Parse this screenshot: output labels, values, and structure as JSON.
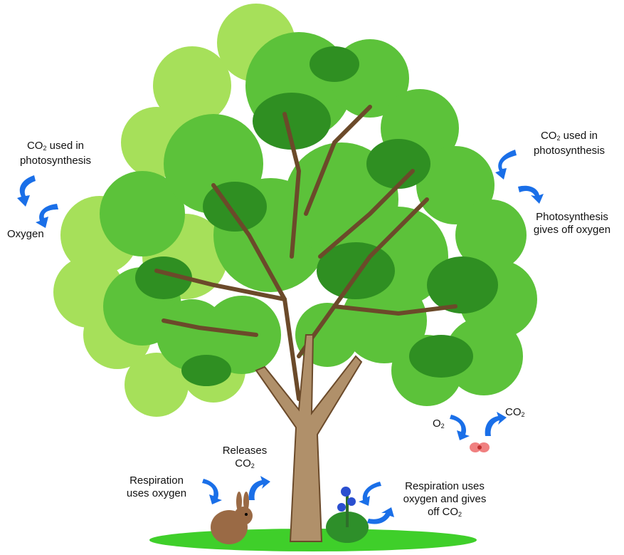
{
  "labels": {
    "left_co2": {
      "co": "CO",
      "sub": "2",
      "rest": " used in",
      "line2": "photosynthesis"
    },
    "left_oxygen": "Oxygen",
    "right_co2": {
      "co": "CO",
      "sub": "2",
      "rest": " used in",
      "line2": "photosynthesis"
    },
    "right_gives": {
      "line1": "Photosynthesis",
      "line2": "gives off oxygen"
    },
    "insect_o2": {
      "o": "O",
      "sub": "2"
    },
    "insect_co2": {
      "co": "CO",
      "sub": "2"
    },
    "rabbit_releases": {
      "line1": "Releases",
      "co": "CO",
      "sub": "2"
    },
    "rabbit_respiration": {
      "line1": "Respiration",
      "line2": "uses oxygen"
    },
    "plant_respiration": {
      "line1": "Respiration uses",
      "line2": "oxygen and gives",
      "line3": "off CO",
      "sub": "2"
    }
  },
  "colors": {
    "arrow": "#1a6fe8",
    "leaf_light": "#a6e05a",
    "leaf_mid": "#5cc23a",
    "leaf_dark": "#2f8f22",
    "trunk": "#b0906a",
    "branch": "#6b4a2a",
    "grass": "#3fcf2a",
    "rabbit": "#9a6a45",
    "insect": "#f08080",
    "flower": "#2a4fd0"
  },
  "icons": {
    "arrows": "curved-arrow-icon",
    "tree": "tree-illustration",
    "rabbit": "rabbit-illustration",
    "plant": "flowering-plant-illustration",
    "insect": "insect-illustration"
  }
}
